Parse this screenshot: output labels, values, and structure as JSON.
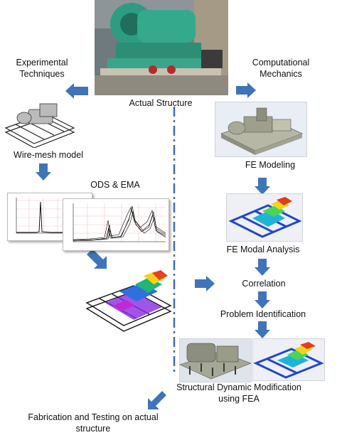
{
  "labels": {
    "actual_structure": "Actual Structure",
    "experimental_line1": "Experimental",
    "experimental_line2": "Techniques",
    "computational_line1": "Computational",
    "computational_line2": "Mechanics",
    "wire_mesh": "Wire-mesh model",
    "ods_ema": "ODS & EMA",
    "fe_modeling": "FE Modeling",
    "fe_modal": "FE Modal Analysis",
    "correlation": "Correlation",
    "problem_id": "Problem Identification",
    "sdm_line1": "Structural Dynamic Modification",
    "sdm_line2": "using FEA",
    "fab_line1": "Fabrication and Testing on actual",
    "fab_line2": "structure"
  },
  "colors": {
    "arrow_fill": "#3f74b8",
    "divider": "#3f6fb0",
    "chart_grid": "#f2c4c4",
    "chart_line": "#000000"
  },
  "icons": [
    "blue-block-arrow",
    "dash-dot-divider"
  ]
}
